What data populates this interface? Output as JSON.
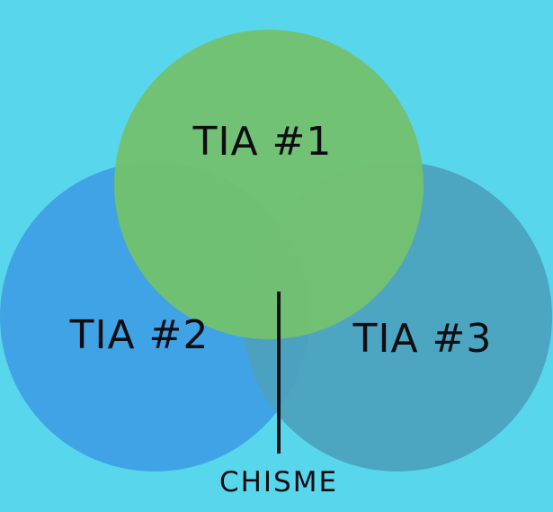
{
  "diagram": {
    "background_color": "#58d6ec",
    "circles": [
      {
        "id": "tia-1",
        "label": "TIA #1",
        "color": "#73c16f",
        "opacity": 0.96
      },
      {
        "id": "tia-2",
        "label": "TIA #2",
        "color": "#3f9fe6",
        "opacity": 0.94
      },
      {
        "id": "tia-3",
        "label": "TIA #3",
        "color": "#4ba1bd",
        "opacity": 0.92
      }
    ],
    "center_label": "CHISME",
    "pointer_color": "#0e0e12"
  }
}
